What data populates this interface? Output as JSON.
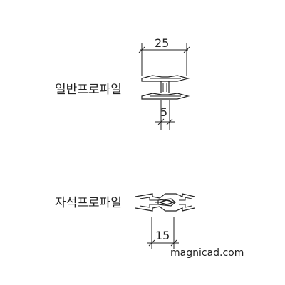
{
  "profiles": [
    {
      "label": "일반프로파일",
      "dimensions": [
        "25",
        "5"
      ]
    },
    {
      "label": "자석프로파일",
      "dimensions": [
        "15"
      ]
    }
  ],
  "watermark": "magnicad.com"
}
